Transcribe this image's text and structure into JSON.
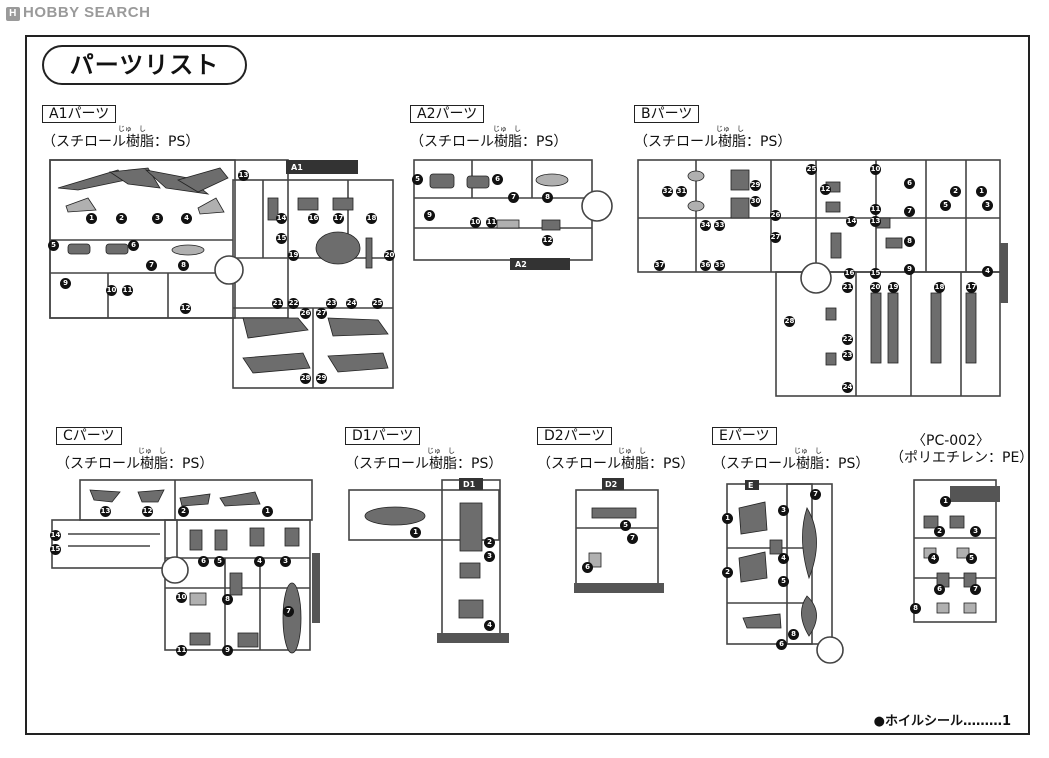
{
  "watermark": "HOBBY SEARCH",
  "title": "パーツリスト",
  "footer": "●ホイルシール………1",
  "sections": [
    {
      "label": "A1パーツ",
      "material": "（スチロール樹脂：PS）",
      "ruby": "じゅ　し",
      "tags": [
        "A1"
      ]
    },
    {
      "label": "A2パーツ",
      "material": "（スチロール樹脂：PS）",
      "ruby": "じゅ　し",
      "tags": [
        "A2"
      ]
    },
    {
      "label": "Bパーツ",
      "material": "（スチロール樹脂：PS）",
      "ruby": "じゅ　し",
      "tags": []
    },
    {
      "label": "Cパーツ",
      "material": "（スチロール樹脂：PS）",
      "ruby": "じゅ　し",
      "tags": []
    },
    {
      "label": "D1パーツ",
      "material": "（スチロール樹脂：PS）",
      "ruby": "じゅ　し",
      "tags": [
        "D1"
      ]
    },
    {
      "label": "D2パーツ",
      "material": "（スチロール樹脂：PS）",
      "ruby": "じゅ　し",
      "tags": [
        "D2"
      ]
    },
    {
      "label": "Eパーツ",
      "material": "（スチロール樹脂：PS）",
      "ruby": "じゅ　し",
      "tags": [
        "E"
      ]
    },
    {
      "label": "〈PC-002〉",
      "material": "（ポリエチレン：PE）",
      "ruby": "",
      "tags": []
    }
  ],
  "part_numbers": {
    "a1": [
      "1",
      "2",
      "3",
      "4",
      "5",
      "6",
      "7",
      "8",
      "9",
      "10",
      "11",
      "12",
      "13",
      "14",
      "15",
      "16",
      "17",
      "18",
      "19",
      "20",
      "21",
      "22",
      "23",
      "24",
      "25",
      "26",
      "27",
      "28",
      "29"
    ],
    "a2": [
      "5",
      "6",
      "7",
      "8",
      "9",
      "10",
      "11",
      "12"
    ],
    "b": [
      "1",
      "2",
      "3",
      "4",
      "5",
      "6",
      "7",
      "8",
      "9",
      "10",
      "11",
      "12",
      "13",
      "14",
      "15",
      "16",
      "17",
      "18",
      "19",
      "20",
      "21",
      "22",
      "23",
      "24",
      "25",
      "26",
      "27",
      "28",
      "29",
      "30",
      "31",
      "32",
      "33",
      "34",
      "35",
      "36",
      "37"
    ],
    "c": [
      "1",
      "2",
      "3",
      "4",
      "5",
      "6",
      "7",
      "8",
      "9",
      "10",
      "11",
      "12",
      "13",
      "14",
      "15"
    ],
    "d1": [
      "1",
      "2",
      "3",
      "4"
    ],
    "d2": [
      "5",
      "6",
      "7"
    ],
    "e": [
      "1",
      "2",
      "3",
      "4",
      "5",
      "6",
      "7",
      "8"
    ],
    "pc": [
      "1",
      "2",
      "3",
      "4",
      "5",
      "6",
      "7",
      "8"
    ]
  }
}
